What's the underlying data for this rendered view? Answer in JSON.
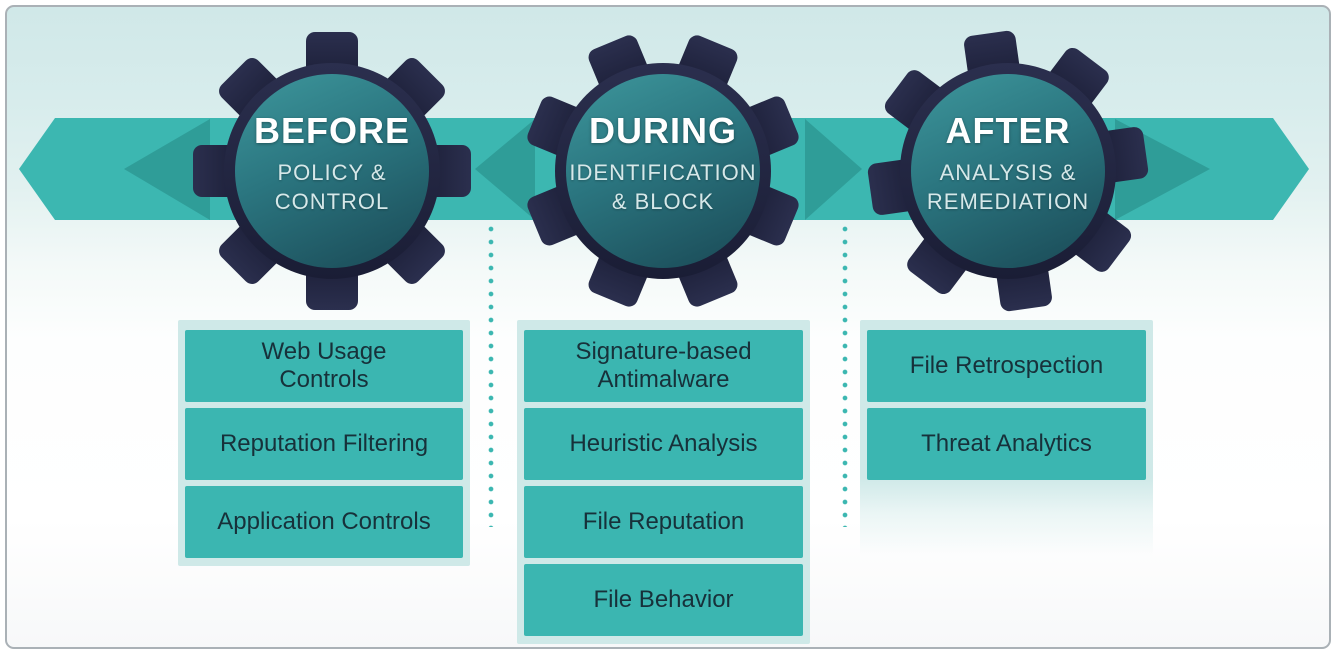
{
  "diagram": {
    "name": "attack-continuum-lifecycle",
    "phases": [
      {
        "id": "before",
        "title": "BEFORE",
        "subtitle": "POLICY &\nCONTROL",
        "items": [
          "Web Usage\nControls",
          "Reputation Filtering",
          "Application Controls"
        ]
      },
      {
        "id": "during",
        "title": "DURING",
        "subtitle": "IDENTIFICATION\n& BLOCK",
        "items": [
          "Signature-based\nAntimalware",
          "Heuristic Analysis",
          "File Reputation",
          "File Behavior"
        ]
      },
      {
        "id": "after",
        "title": "AFTER",
        "subtitle": "ANALYSIS &\nREMEDIATION",
        "items": [
          "File Retrospection",
          "Threat Analytics"
        ]
      }
    ],
    "colors": {
      "band_teal": "#3cb7b1",
      "chevron_teal": "#2f9d98",
      "gear_navy_top": "#2b2f4e",
      "gear_navy_bottom": "#1a1d35",
      "circle_teal_top": "#3b9298",
      "circle_teal_bottom": "#1d515d",
      "panel_light_teal": "#cfe9e8",
      "box_teal": "#3bb6b1",
      "box_text": "#17313a",
      "background_top": "#d0e8e8",
      "border_gray": "#aab1b6"
    }
  }
}
